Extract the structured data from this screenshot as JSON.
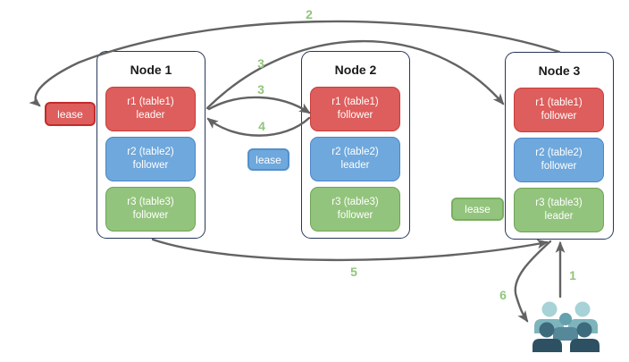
{
  "nodes": [
    {
      "title": "Node 1",
      "ranges": [
        {
          "range": "r1 (table1)",
          "role": "leader",
          "color": "red"
        },
        {
          "range": "r2 (table2)",
          "role": "follower",
          "color": "blue"
        },
        {
          "range": "r3 (table3)",
          "role": "follower",
          "color": "green"
        }
      ]
    },
    {
      "title": "Node 2",
      "ranges": [
        {
          "range": "r1 (table1)",
          "role": "follower",
          "color": "red"
        },
        {
          "range": "r2 (table2)",
          "role": "leader",
          "color": "blue"
        },
        {
          "range": "r3 (table3)",
          "role": "follower",
          "color": "green"
        }
      ]
    },
    {
      "title": "Node 3",
      "ranges": [
        {
          "range": "r1 (table1)",
          "role": "follower",
          "color": "red"
        },
        {
          "range": "r2 (table2)",
          "role": "follower",
          "color": "blue"
        },
        {
          "range": "r3 (table3)",
          "role": "leader",
          "color": "green"
        }
      ]
    }
  ],
  "leases": [
    {
      "label": "lease",
      "color": "red"
    },
    {
      "label": "lease",
      "color": "blue"
    },
    {
      "label": "lease",
      "color": "green"
    }
  ],
  "steps": [
    {
      "label": "2"
    },
    {
      "label": "3"
    },
    {
      "label": "3"
    },
    {
      "label": "4"
    },
    {
      "label": "5"
    },
    {
      "label": "6"
    },
    {
      "label": "1"
    }
  ],
  "icons": {
    "users": "users-group-icon"
  },
  "colors": {
    "red_fill": "#dd5e5c",
    "red_border": "#c93c3a",
    "blue_fill": "#6fa8dc",
    "blue_border": "#4c86c6",
    "green_fill": "#93c47d",
    "green_border": "#6fa355",
    "node_border": "#26365a",
    "arrow": "#636363",
    "step_text": "#93c47d",
    "users_light_head": "#a7d2d7",
    "users_light_body": "#7eb5bc",
    "users_medium_head": "#64a0ae",
    "users_medium_body": "#55899a",
    "users_dark_head": "#3e6a7e",
    "users_dark_body": "#2e5063"
  }
}
